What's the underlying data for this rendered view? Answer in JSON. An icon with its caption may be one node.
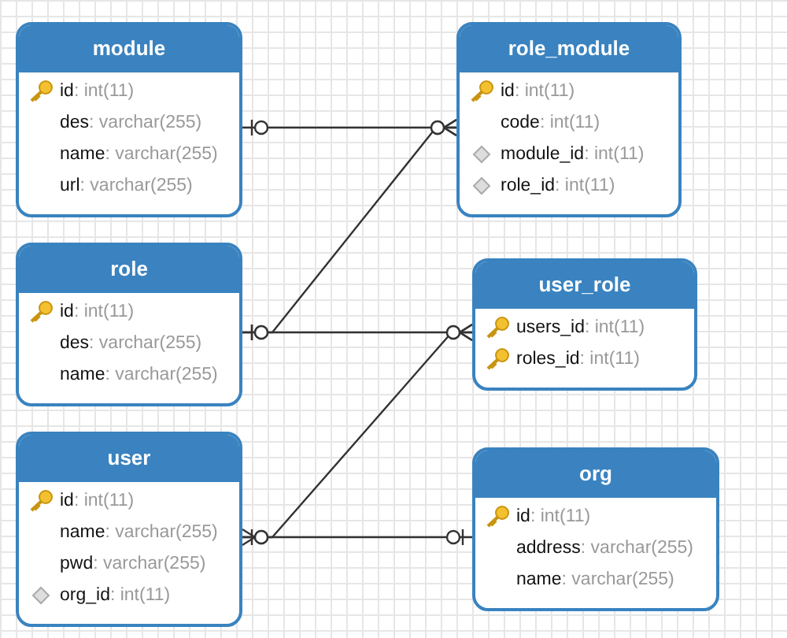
{
  "diagram": {
    "nodes": [
      {
        "text": [
          "module",
          "id: int(11)",
          "des: varchar(255)",
          "name: varchar(255)",
          "url: varchar(255)"
        ]
      },
      {
        "text": [
          "role_module",
          "id: int(11)",
          "code: int(11)",
          "module_id: int(11)",
          "role_id: int(11)"
        ]
      },
      {
        "text": [
          "role",
          "id: int(11)",
          "des: varchar(255)",
          "name: varchar(255)"
        ]
      },
      {
        "text": [
          "user_role",
          "users_id: int(11)",
          "roles_id: int(11)"
        ]
      },
      {
        "text": [
          "user",
          "id: int(11)",
          "name: varchar(255)",
          "pwd: varchar(255)",
          "org_id: int(11)"
        ]
      },
      {
        "text": [
          "org",
          "id: int(11)",
          "address: varchar(255)",
          "name: varchar(255)"
        ]
      }
    ],
    "edges": [
      {
        "from": 0,
        "to": 1,
        "arrow": "other"
      },
      {
        "from": 2,
        "to": 1,
        "arrow": "other"
      },
      {
        "from": 2,
        "to": 3,
        "arrow": "other"
      },
      {
        "from": 4,
        "to": 3,
        "arrow": "other"
      },
      {
        "from": 4,
        "to": 5,
        "arrow": "other"
      }
    ]
  }
}
